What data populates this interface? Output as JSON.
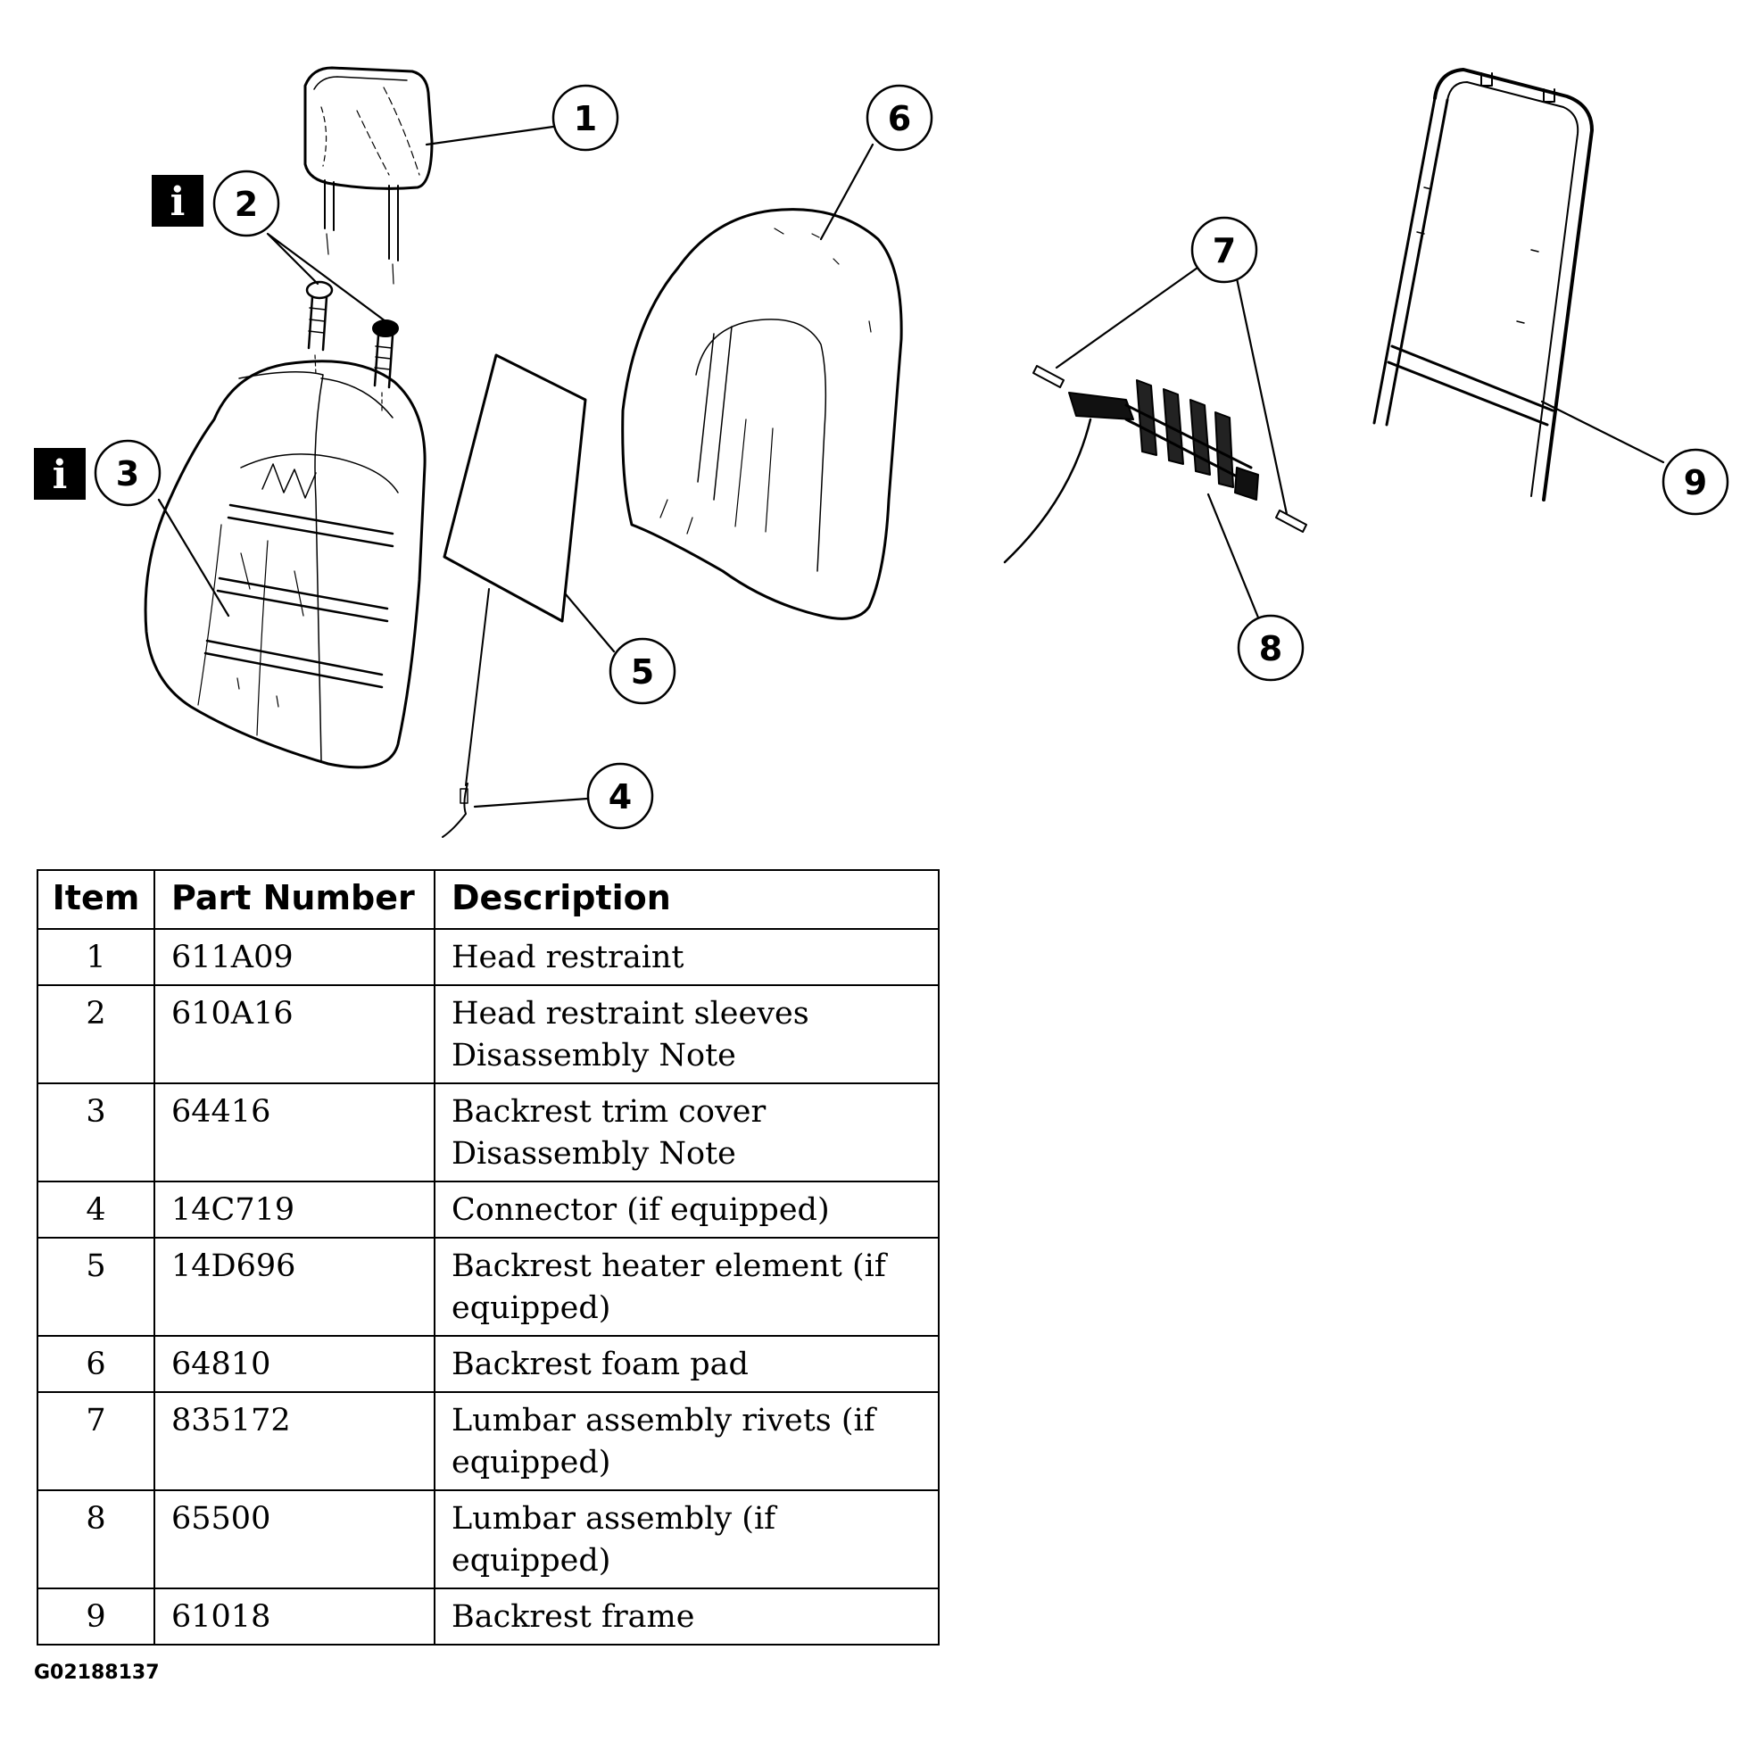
{
  "callouts": {
    "c1": "1",
    "c2": "2",
    "c3": "3",
    "c4": "4",
    "c5": "5",
    "c6": "6",
    "c7": "7",
    "c8": "8",
    "c9": "9"
  },
  "info_markers": {
    "m2": "i",
    "m3": "i"
  },
  "table": {
    "headers": {
      "item": "Item",
      "part_number": "Part Number",
      "description": "Description"
    },
    "rows": [
      {
        "item": "1",
        "part_number": "611A09",
        "description_lines": [
          "Head restraint"
        ]
      },
      {
        "item": "2",
        "part_number": "610A16",
        "description_lines": [
          "Head restraint sleeves",
          "Disassembly Note"
        ]
      },
      {
        "item": "3",
        "part_number": "64416",
        "description_lines": [
          "Backrest trim cover",
          "Disassembly Note"
        ]
      },
      {
        "item": "4",
        "part_number": "14C719",
        "description_lines": [
          "Connector (if equipped)"
        ]
      },
      {
        "item": "5",
        "part_number": "14D696",
        "description_lines": [
          "Backrest heater element (if",
          "equipped)"
        ]
      },
      {
        "item": "6",
        "part_number": "64810",
        "description_lines": [
          "Backrest foam pad"
        ]
      },
      {
        "item": "7",
        "part_number": "835172",
        "description_lines": [
          "Lumbar assembly rivets (if",
          "equipped)"
        ]
      },
      {
        "item": "8",
        "part_number": "65500",
        "description_lines": [
          "Lumbar assembly (if",
          "equipped)"
        ]
      },
      {
        "item": "9",
        "part_number": "61018",
        "description_lines": [
          "Backrest frame"
        ]
      }
    ]
  },
  "figure_id": "G02188137"
}
